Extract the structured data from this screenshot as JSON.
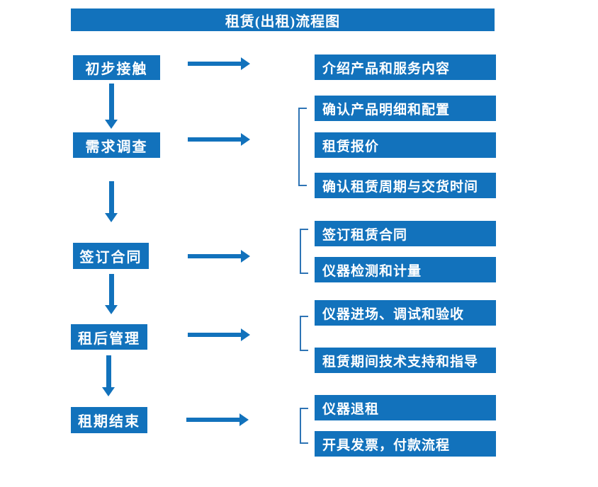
{
  "title": "租赁(出租)流程图",
  "flow": {
    "steps": [
      {
        "label": "初步接触",
        "substeps": [
          "介绍产品和服务内容"
        ]
      },
      {
        "label": "需求调查",
        "substeps": [
          "确认产品明细和配置",
          "租赁报价",
          "确认租赁周期与交货时间"
        ]
      },
      {
        "label": "签订合同",
        "substeps": [
          "签订租赁合同",
          "仪器检测和计量"
        ]
      },
      {
        "label": "租后管理",
        "substeps": [
          "仪器进场、调试和验收",
          "租赁期间技术支持和指导"
        ]
      },
      {
        "label": "租期结束",
        "substeps": [
          "仪器退租",
          "开具发票，付款流程"
        ]
      }
    ]
  },
  "colors": {
    "box_blue": "#1272BC",
    "arrow_blue": "#1272BC",
    "bracket_blue": "#2E74B5",
    "text_white": "#FFFFFF"
  }
}
